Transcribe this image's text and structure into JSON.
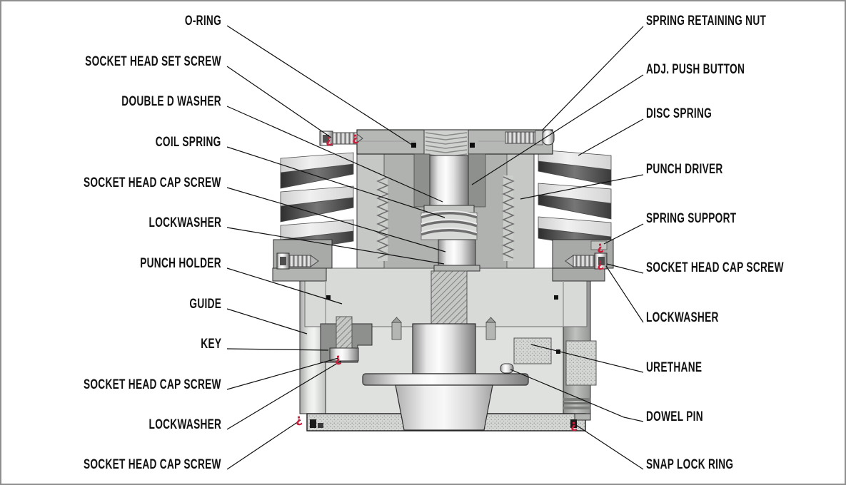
{
  "diagram": {
    "description": "Cutaway cross-section illustration of a spring-loaded punch assembly with part callout labels",
    "callout_mark_glyph": "¿",
    "colors": {
      "background": "#ffffff",
      "frame_border": "#8f8f8f",
      "leader_line": "#101010",
      "label_text": "#111111",
      "callout_mark": "#c8203c",
      "metal_light": "#d8dad8",
      "metal_mid": "#aeb0ae",
      "metal_dark": "#8a8c8a"
    },
    "labels_left": [
      {
        "text": "O-RING"
      },
      {
        "text": "SOCKET HEAD SET SCREW"
      },
      {
        "text": "DOUBLE D WASHER"
      },
      {
        "text": "COIL SPRING"
      },
      {
        "text": "SOCKET HEAD CAP SCREW"
      },
      {
        "text": "LOCKWASHER"
      },
      {
        "text": "PUNCH HOLDER"
      },
      {
        "text": "GUIDE"
      },
      {
        "text": "KEY"
      },
      {
        "text": "SOCKET HEAD CAP SCREW"
      },
      {
        "text": "LOCKWASHER"
      },
      {
        "text": "SOCKET HEAD CAP SCREW"
      }
    ],
    "labels_right": [
      {
        "text": "SPRING RETAINING NUT"
      },
      {
        "text": "ADJ. PUSH BUTTON"
      },
      {
        "text": "DISC SPRING"
      },
      {
        "text": "PUNCH DRIVER"
      },
      {
        "text": "SPRING SUPPORT"
      },
      {
        "text": "SOCKET HEAD CAP SCREW"
      },
      {
        "text": "LOCKWASHER"
      },
      {
        "text": "URETHANE"
      },
      {
        "text": "DOWEL PIN"
      },
      {
        "text": "SNAP LOCK RING"
      }
    ]
  }
}
